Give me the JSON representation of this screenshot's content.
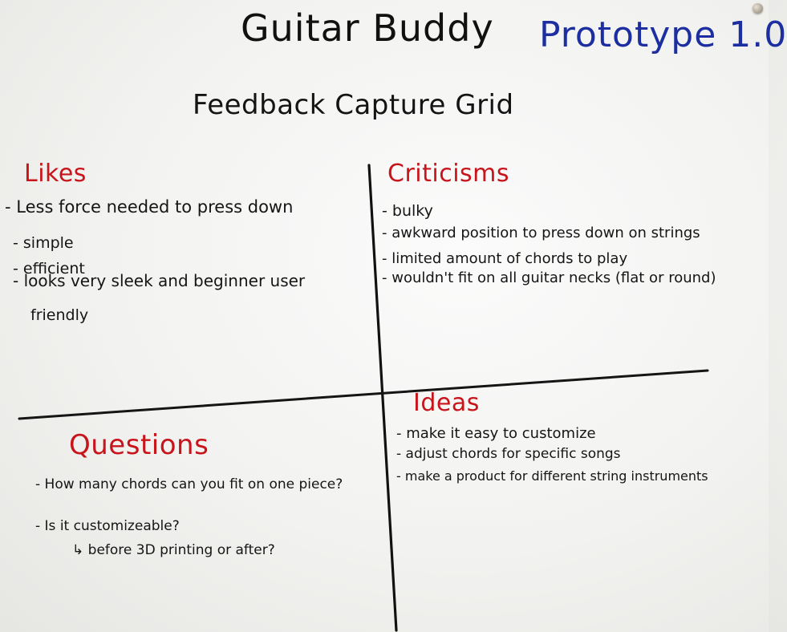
{
  "header": {
    "title": "Guitar Buddy",
    "version": "Prototype 1.0",
    "subtitle": "Feedback Capture Grid"
  },
  "quadrants": {
    "likes": {
      "heading": "Likes",
      "items": [
        "- Less force needed to press down",
        "- simple",
        "- efficient",
        "- looks very sleek and beginner user"
      ],
      "continuation": "friendly"
    },
    "criticisms": {
      "heading": "Criticisms",
      "items": [
        "- bulky",
        "- awkward position to press down on strings",
        "- limited amount of chords to play",
        "- wouldn't fit on all guitar necks (flat or round)"
      ]
    },
    "questions": {
      "heading": "Questions",
      "items": [
        "- How many chords can you fit on one piece?",
        "- Is it customizeable?"
      ],
      "sub_item": "before 3D printing or after?",
      "sub_arrow": "↳"
    },
    "ideas": {
      "heading": "Ideas",
      "items": [
        "- make it easy to customize",
        "- adjust chords for specific songs",
        "- make a product for different string instruments"
      ]
    }
  },
  "colors": {
    "board": "#f4f4f2",
    "marker_black": "#111111",
    "marker_red": "#c8141b",
    "marker_blue": "#1d2fa0"
  }
}
